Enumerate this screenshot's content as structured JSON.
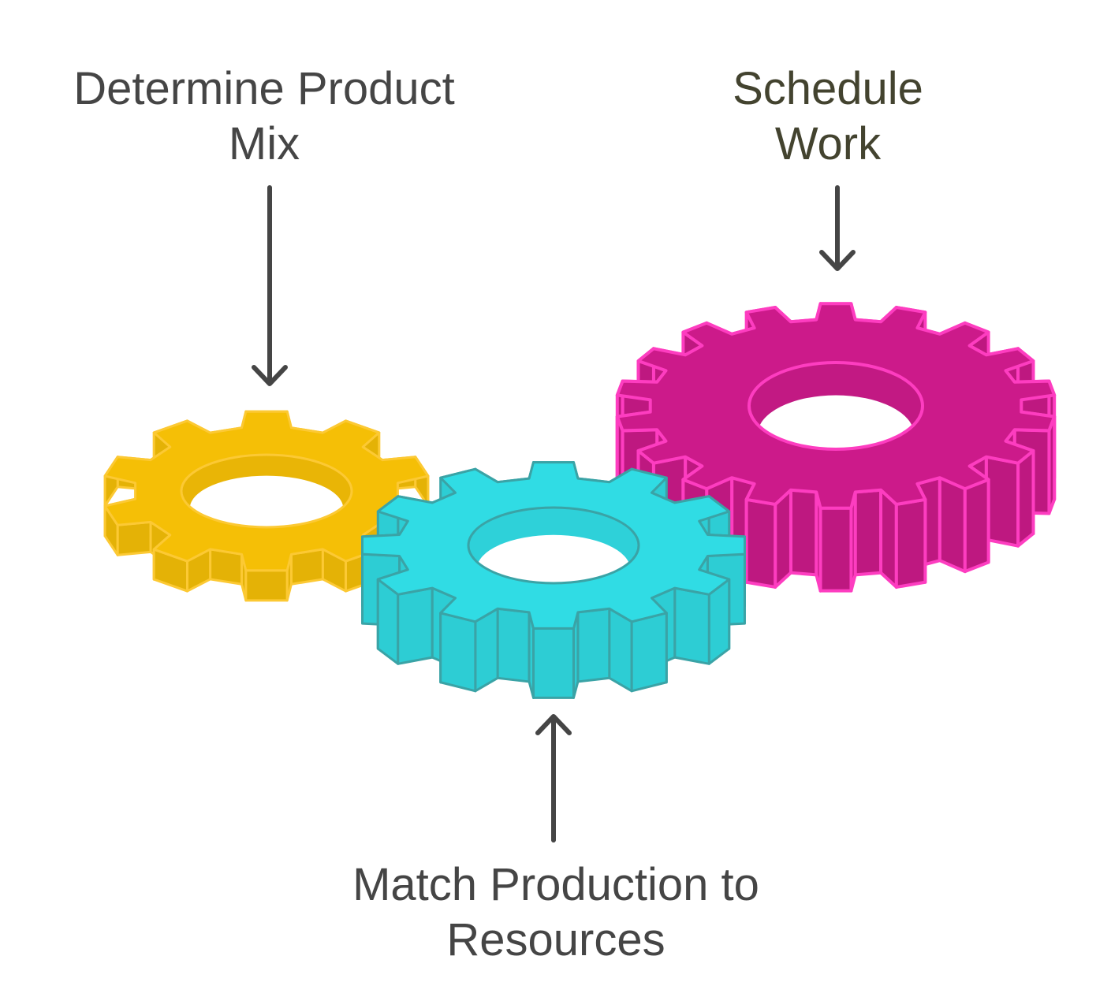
{
  "colors": {
    "text": "#454545",
    "text_dark": "#43432f",
    "arrow": "#454545",
    "yellow_fill": "#f5bf06",
    "yellow_stroke": "#fcc934",
    "cyan_fill": "#30dce4",
    "cyan_stroke": "#3aa3a6",
    "magenta_fill": "#cc1a8a",
    "magenta_stroke": "#fd3dc0"
  },
  "labels": {
    "product_mix": {
      "line1": "Determine Product",
      "line2": "Mix"
    },
    "schedule_work": {
      "line1": "Schedule",
      "line2": "Work"
    },
    "match_production": {
      "line1": "Match Production to",
      "line2": "Resources"
    }
  },
  "gears": [
    {
      "id": "product-mix-gear",
      "color": "yellow",
      "teeth": 10
    },
    {
      "id": "schedule-work-gear",
      "color": "magenta",
      "teeth": 18
    },
    {
      "id": "match-production-gear",
      "color": "cyan",
      "teeth": 12
    }
  ]
}
